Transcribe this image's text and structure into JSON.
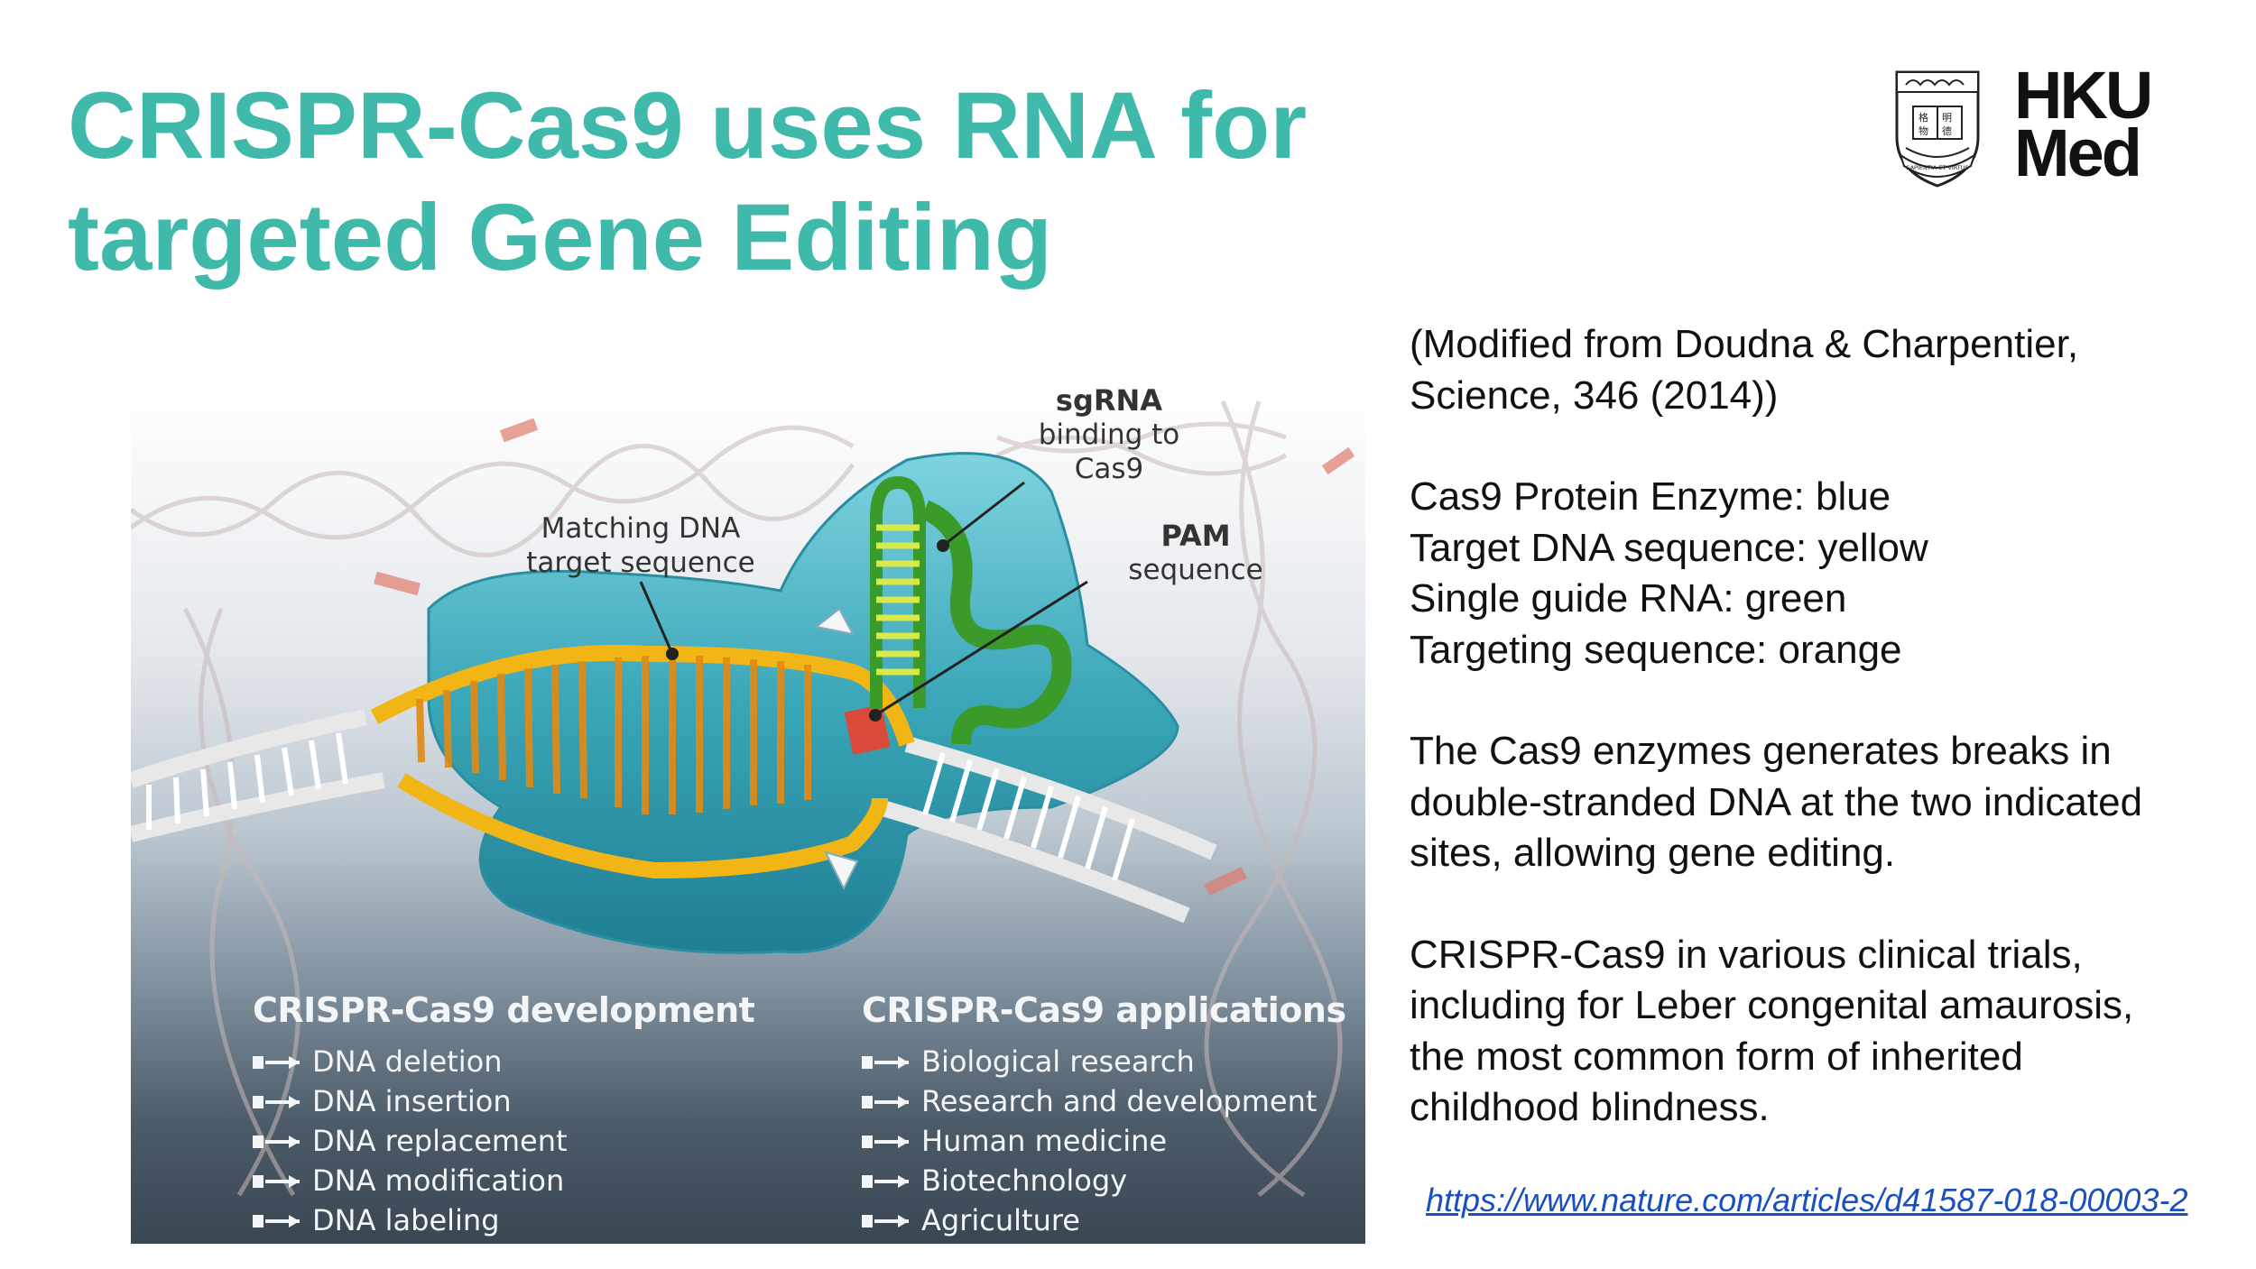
{
  "slide": {
    "title_line1": "CRISPR-Cas9 uses RNA for",
    "title_line2": "targeted Gene Editing"
  },
  "logo": {
    "line1": "HKU",
    "line2": "Med",
    "motto": "SAPIENTIA ET VIRTUS"
  },
  "figure": {
    "sgrna_bold": "sgRNA",
    "sgrna_line2": "binding to",
    "sgrna_line3": "Cas9",
    "match_line1": "Matching DNA",
    "match_line2": "target sequence",
    "pam_bold": "PAM",
    "pam_line2": "sequence",
    "development": {
      "heading": "CRISPR-Cas9 development",
      "items": [
        "DNA deletion",
        "DNA insertion",
        "DNA replacement",
        "DNA modification",
        "DNA labeling"
      ]
    },
    "applications": {
      "heading": "CRISPR-Cas9 applications",
      "items": [
        "Biological research",
        "Research and development",
        "Human medicine",
        "Biotechnology",
        "Agriculture"
      ]
    }
  },
  "notes": {
    "source_line1": "(Modified from Doudna & Charpentier,",
    "source_line2": "Science, 346 (2014))",
    "legend_1": "Cas9 Protein Enzyme: blue",
    "legend_2": "Target DNA sequence: yellow",
    "legend_3": "Single guide RNA: green",
    "legend_4": "Targeting sequence: orange",
    "breaks_1": "The Cas9 enzymes generates breaks in",
    "breaks_2": "double-stranded DNA at the two indicated",
    "breaks_3": "sites, allowing gene editing.",
    "trials_1": "CRISPR-Cas9 in various clinical trials,",
    "trials_2": "including for Leber congenital amaurosis,",
    "trials_3": "the most common form of inherited",
    "trials_4": "childhood blindness."
  },
  "link": {
    "text": "https://www.nature.com/articles/d41587-018-00003-2"
  },
  "colors": {
    "title": "#3fb9a9",
    "cas9": "#3aa6b8",
    "target_dna": "#f2b516",
    "sgrna": "#3a9a2a",
    "targeting": "#d94a3a",
    "link": "#1a4fc0"
  }
}
